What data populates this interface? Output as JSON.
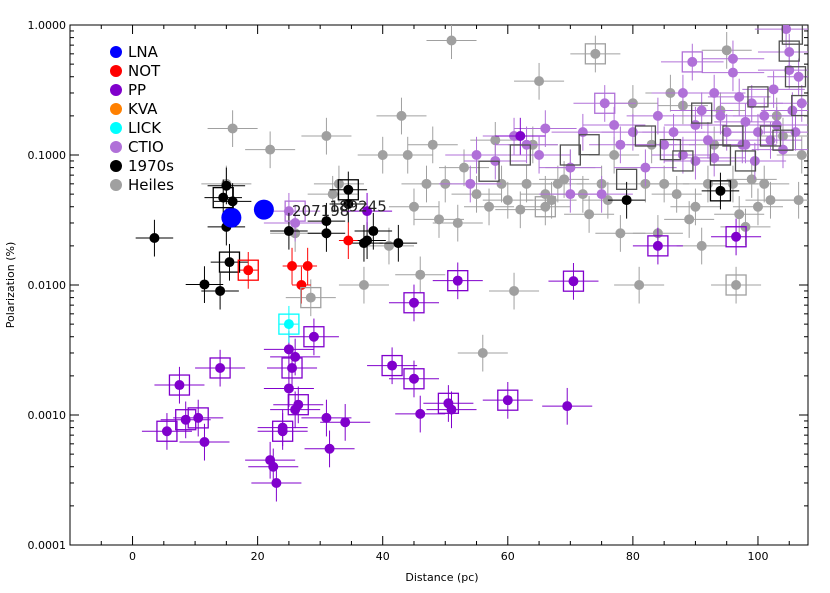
{
  "chart_data": {
    "type": "scatter",
    "xlabel": "Distance (pc)",
    "ylabel": "Polarization (%)",
    "xlim": [
      -10,
      108
    ],
    "ylim": [
      0.0001,
      1.0
    ],
    "yscale": "log",
    "x_ticks": [
      0,
      20,
      40,
      60,
      80,
      100
    ],
    "x_tick_labels": [
      "0",
      "20",
      "40",
      "60",
      "80",
      "100"
    ],
    "y_ticks": [
      0.0001,
      0.001,
      0.01,
      0.1,
      1.0
    ],
    "y_tick_labels": [
      "0.0001",
      "0.0010",
      "0.0100",
      "0.1000",
      "1.0000"
    ],
    "legend_position": "top-left",
    "legend": [
      {
        "name": "LNA",
        "color": "#0000ff"
      },
      {
        "name": "NOT",
        "color": "#ff0000"
      },
      {
        "name": "PP",
        "color": "#8000cc"
      },
      {
        "name": "KVA",
        "color": "#ff8000"
      },
      {
        "name": "LICK",
        "color": "#00ffff"
      },
      {
        "name": "CTIO",
        "color": "#b070d8"
      },
      {
        "name": "1970s",
        "color": "#000000"
      },
      {
        "name": "Heiles",
        "color": "#a0a0a0"
      }
    ],
    "annotations": [
      {
        "text": "207198",
        "x": 25.5,
        "y": 0.037
      },
      {
        "text": "189245",
        "x": 31.5,
        "y": 0.04
      }
    ],
    "series": [
      {
        "name": "LNA",
        "color": "#0000ff",
        "size": "large",
        "points": [
          [
            15.8,
            0.033
          ],
          [
            21.0,
            0.038
          ]
        ]
      },
      {
        "name": "NOT",
        "color": "#ff0000",
        "points": [
          [
            18.5,
            0.013
          ],
          [
            25.5,
            0.014
          ],
          [
            28.0,
            0.014
          ],
          [
            27.0,
            0.01
          ],
          [
            34.5,
            0.022
          ]
        ]
      },
      {
        "name": "LICK",
        "color": "#00ffff",
        "points": [
          [
            25.0,
            0.005
          ]
        ]
      },
      {
        "name": "PP",
        "color": "#8000cc",
        "points": [
          [
            5.5,
            0.00075
          ],
          [
            7.5,
            0.0017
          ],
          [
            8.5,
            0.00092
          ],
          [
            10.5,
            0.00095
          ],
          [
            11.5,
            0.00062
          ],
          [
            14.0,
            0.0023
          ],
          [
            22.0,
            0.00045
          ],
          [
            22.5,
            0.0004
          ],
          [
            23.0,
            0.0003
          ],
          [
            24.0,
            0.00075
          ],
          [
            24.0,
            0.0008
          ],
          [
            25.0,
            0.0016
          ],
          [
            25.0,
            0.0032
          ],
          [
            25.5,
            0.0023
          ],
          [
            26.0,
            0.0011
          ],
          [
            26.5,
            0.0012
          ],
          [
            26.0,
            0.0028
          ],
          [
            29.0,
            0.004
          ],
          [
            31.0,
            0.00095
          ],
          [
            31.5,
            0.00055
          ],
          [
            34.0,
            0.00088
          ],
          [
            41.5,
            0.0024
          ],
          [
            45.0,
            0.0019
          ],
          [
            46.0,
            0.00102
          ],
          [
            45.0,
            0.0073
          ],
          [
            50.5,
            0.00123
          ],
          [
            51.0,
            0.0011
          ],
          [
            52.0,
            0.0108
          ],
          [
            60.0,
            0.0013
          ],
          [
            69.5,
            0.00117
          ],
          [
            70.5,
            0.0107
          ],
          [
            84.0,
            0.02
          ],
          [
            96.5,
            0.0235
          ],
          [
            62.0,
            0.14
          ],
          [
            37.5,
            0.037
          ]
        ]
      },
      {
        "name": "CTIO",
        "color": "#b070d8",
        "points": [
          [
            25.0,
            0.037
          ],
          [
            26.0,
            0.03
          ],
          [
            54.0,
            0.06
          ],
          [
            58.0,
            0.09
          ],
          [
            63.0,
            0.12
          ],
          [
            65.0,
            0.1
          ],
          [
            70.0,
            0.08
          ],
          [
            72.0,
            0.15
          ],
          [
            75.5,
            0.25
          ],
          [
            78.0,
            0.12
          ],
          [
            80.0,
            0.15
          ],
          [
            82.0,
            0.08
          ],
          [
            84.0,
            0.2
          ],
          [
            85.0,
            0.12
          ],
          [
            86.5,
            0.15
          ],
          [
            88.0,
            0.1
          ],
          [
            89.5,
            0.52
          ],
          [
            90.0,
            0.17
          ],
          [
            91.0,
            0.22
          ],
          [
            92.0,
            0.13
          ],
          [
            93.0,
            0.3
          ],
          [
            94.0,
            0.2
          ],
          [
            95.0,
            0.15
          ],
          [
            96.0,
            0.43
          ],
          [
            97.0,
            0.28
          ],
          [
            97.5,
            0.12
          ],
          [
            98.0,
            0.18
          ],
          [
            99.0,
            0.25
          ],
          [
            99.5,
            0.09
          ],
          [
            100.0,
            0.15
          ],
          [
            101.0,
            0.2
          ],
          [
            102.0,
            0.13
          ],
          [
            102.5,
            0.32
          ],
          [
            103.0,
            0.17
          ],
          [
            104.0,
            0.11
          ],
          [
            104.5,
            0.93
          ],
          [
            105.0,
            0.62
          ],
          [
            105.5,
            0.22
          ],
          [
            106.0,
            0.15
          ],
          [
            106.5,
            0.4
          ],
          [
            107.0,
            0.25
          ],
          [
            105.0,
            0.45
          ],
          [
            96.0,
            0.55
          ],
          [
            98.0,
            0.12
          ],
          [
            93.0,
            0.095
          ],
          [
            77.0,
            0.17
          ],
          [
            66.0,
            0.16
          ],
          [
            61.0,
            0.14
          ],
          [
            55.0,
            0.1
          ],
          [
            88.0,
            0.3
          ],
          [
            90.0,
            0.09
          ],
          [
            70.0,
            0.05
          ],
          [
            75.0,
            0.05
          ]
        ]
      },
      {
        "name": "1970s",
        "color": "#000000",
        "points": [
          [
            3.5,
            0.023
          ],
          [
            11.5,
            0.0101
          ],
          [
            14.0,
            0.009
          ],
          [
            14.5,
            0.047
          ],
          [
            15.0,
            0.058
          ],
          [
            15.0,
            0.028
          ],
          [
            15.5,
            0.015
          ],
          [
            16.0,
            0.044
          ],
          [
            25.0,
            0.026
          ],
          [
            31.0,
            0.025
          ],
          [
            31.0,
            0.031
          ],
          [
            34.5,
            0.054
          ],
          [
            34.5,
            0.042
          ],
          [
            37.0,
            0.021
          ],
          [
            37.5,
            0.022
          ],
          [
            38.5,
            0.026
          ],
          [
            42.5,
            0.021
          ],
          [
            79.0,
            0.045
          ],
          [
            94.0,
            0.053
          ]
        ]
      },
      {
        "name": "Heiles",
        "color": "#a0a0a0",
        "points": [
          [
            15.0,
            0.06
          ],
          [
            16.0,
            0.16
          ],
          [
            22.0,
            0.11
          ],
          [
            26.0,
            0.025
          ],
          [
            28.5,
            0.008
          ],
          [
            31.0,
            0.14
          ],
          [
            32.0,
            0.05
          ],
          [
            33.0,
            0.06
          ],
          [
            37.0,
            0.01
          ],
          [
            40.0,
            0.1
          ],
          [
            41.0,
            0.02
          ],
          [
            43.0,
            0.2
          ],
          [
            44.0,
            0.1
          ],
          [
            45.0,
            0.04
          ],
          [
            46.0,
            0.012
          ],
          [
            47.0,
            0.06
          ],
          [
            48.0,
            0.12
          ],
          [
            49.0,
            0.032
          ],
          [
            50.0,
            0.06
          ],
          [
            51.0,
            0.76
          ],
          [
            52.0,
            0.03
          ],
          [
            53.0,
            0.08
          ],
          [
            55.0,
            0.05
          ],
          [
            56.0,
            0.003
          ],
          [
            57.0,
            0.04
          ],
          [
            58.0,
            0.13
          ],
          [
            59.0,
            0.06
          ],
          [
            60.0,
            0.045
          ],
          [
            61.0,
            0.009
          ],
          [
            62.0,
            0.038
          ],
          [
            63.0,
            0.06
          ],
          [
            64.0,
            0.12
          ],
          [
            65.0,
            0.37
          ],
          [
            66.0,
            0.05
          ],
          [
            67.0,
            0.045
          ],
          [
            68.0,
            0.06
          ],
          [
            70.0,
            0.08
          ],
          [
            72.0,
            0.05
          ],
          [
            74.0,
            0.6
          ],
          [
            75.0,
            0.06
          ],
          [
            76.0,
            0.045
          ],
          [
            77.0,
            0.1
          ],
          [
            78.0,
            0.025
          ],
          [
            80.0,
            0.25
          ],
          [
            81.0,
            0.01
          ],
          [
            82.0,
            0.06
          ],
          [
            83.0,
            0.12
          ],
          [
            84.0,
            0.025
          ],
          [
            85.0,
            0.06
          ],
          [
            86.0,
            0.3
          ],
          [
            87.0,
            0.05
          ],
          [
            88.0,
            0.24
          ],
          [
            90.0,
            0.04
          ],
          [
            92.0,
            0.06
          ],
          [
            93.0,
            0.12
          ],
          [
            94.0,
            0.22
          ],
          [
            95.0,
            0.64
          ],
          [
            96.0,
            0.06
          ],
          [
            97.0,
            0.035
          ],
          [
            98.0,
            0.028
          ],
          [
            99.0,
            0.065
          ],
          [
            100.0,
            0.04
          ],
          [
            101.0,
            0.06
          ],
          [
            102.0,
            0.045
          ],
          [
            103.0,
            0.2
          ],
          [
            104.0,
            0.14
          ],
          [
            106.5,
            0.045
          ],
          [
            107.0,
            0.1
          ],
          [
            96.5,
            0.01
          ],
          [
            66.0,
            0.04
          ],
          [
            69.0,
            0.065
          ],
          [
            73.0,
            0.035
          ],
          [
            89.0,
            0.032
          ],
          [
            91.0,
            0.02
          ]
        ]
      }
    ],
    "boxed_points": [
      {
        "x": 14.5,
        "y": 0.047,
        "color": "#000000"
      },
      {
        "x": 15.5,
        "y": 0.015,
        "color": "#000000"
      },
      {
        "x": 34.5,
        "y": 0.054,
        "color": "#000000"
      },
      {
        "x": 94.0,
        "y": 0.053,
        "color": "#000000"
      },
      {
        "x": 18.5,
        "y": 0.013,
        "color": "#ff0000"
      },
      {
        "x": 25.0,
        "y": 0.005,
        "color": "#00ffff"
      },
      {
        "x": 5.5,
        "y": 0.00075,
        "color": "#8000cc"
      },
      {
        "x": 7.5,
        "y": 0.0017,
        "color": "#8000cc"
      },
      {
        "x": 8.5,
        "y": 0.00092,
        "color": "#8000cc"
      },
      {
        "x": 10.5,
        "y": 0.00095,
        "color": "#8000cc"
      },
      {
        "x": 14.0,
        "y": 0.0023,
        "color": "#8000cc"
      },
      {
        "x": 24.0,
        "y": 0.00075,
        "color": "#8000cc"
      },
      {
        "x": 25.5,
        "y": 0.0023,
        "color": "#8000cc"
      },
      {
        "x": 26.5,
        "y": 0.0012,
        "color": "#8000cc"
      },
      {
        "x": 29.0,
        "y": 0.004,
        "color": "#8000cc"
      },
      {
        "x": 41.5,
        "y": 0.0024,
        "color": "#8000cc"
      },
      {
        "x": 45.0,
        "y": 0.0019,
        "color": "#8000cc"
      },
      {
        "x": 45.0,
        "y": 0.0073,
        "color": "#8000cc"
      },
      {
        "x": 50.5,
        "y": 0.00123,
        "color": "#8000cc"
      },
      {
        "x": 52.0,
        "y": 0.0108,
        "color": "#8000cc"
      },
      {
        "x": 60.0,
        "y": 0.0013,
        "color": "#8000cc"
      },
      {
        "x": 70.5,
        "y": 0.0107,
        "color": "#8000cc"
      },
      {
        "x": 84.0,
        "y": 0.02,
        "color": "#8000cc"
      },
      {
        "x": 96.5,
        "y": 0.0235,
        "color": "#8000cc"
      },
      {
        "x": 26.0,
        "y": 0.037,
        "color": "#b070d8"
      },
      {
        "x": 75.5,
        "y": 0.25,
        "color": "#b070d8"
      },
      {
        "x": 89.5,
        "y": 0.52,
        "color": "#b070d8"
      },
      {
        "x": 28.5,
        "y": 0.008,
        "color": "#a0a0a0"
      },
      {
        "x": 74.0,
        "y": 0.6,
        "color": "#a0a0a0"
      },
      {
        "x": 96.5,
        "y": 0.01,
        "color": "#a0a0a0"
      },
      {
        "x": 66.0,
        "y": 0.04,
        "color": "#a0a0a0"
      },
      {
        "x": 70.0,
        "y": 0.1,
        "color": "#505050"
      },
      {
        "x": 73.0,
        "y": 0.12,
        "color": "#505050"
      },
      {
        "x": 79.0,
        "y": 0.065,
        "color": "#505050"
      },
      {
        "x": 82.0,
        "y": 0.14,
        "color": "#505050"
      },
      {
        "x": 86.0,
        "y": 0.11,
        "color": "#505050"
      },
      {
        "x": 91.0,
        "y": 0.21,
        "color": "#505050"
      },
      {
        "x": 94.0,
        "y": 0.1,
        "color": "#505050"
      },
      {
        "x": 96.0,
        "y": 0.14,
        "color": "#505050"
      },
      {
        "x": 98.0,
        "y": 0.09,
        "color": "#505050"
      },
      {
        "x": 100.0,
        "y": 0.28,
        "color": "#505050"
      },
      {
        "x": 102.0,
        "y": 0.14,
        "color": "#505050"
      },
      {
        "x": 104.0,
        "y": 0.13,
        "color": "#505050"
      },
      {
        "x": 105.0,
        "y": 0.63,
        "color": "#505050"
      },
      {
        "x": 106.0,
        "y": 0.4,
        "color": "#505050"
      },
      {
        "x": 107.0,
        "y": 0.24,
        "color": "#505050"
      },
      {
        "x": 105.5,
        "y": 0.85,
        "color": "#505050"
      },
      {
        "x": 62.0,
        "y": 0.1,
        "color": "#505050"
      },
      {
        "x": 57.0,
        "y": 0.075,
        "color": "#505050"
      },
      {
        "x": 88.0,
        "y": 0.09,
        "color": "#505050"
      }
    ]
  }
}
